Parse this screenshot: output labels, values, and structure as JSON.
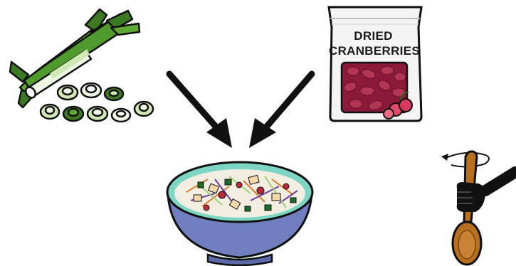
{
  "ingredients": [
    {
      "name": "leeks",
      "icon": "leek-icon"
    },
    {
      "name": "dried cranberries",
      "icon": "cranberry-bag-icon",
      "label_lines": [
        "DRIED",
        "CRANBERRIES"
      ]
    }
  ],
  "result": {
    "icon": "salad-bowl-icon"
  },
  "action": {
    "icon": "stirring-spoon-icon"
  },
  "colors": {
    "leek_green": "#4e9a2c",
    "leek_light": "#cfe8b4",
    "cranberry": "#8b1a3a",
    "bowl_blue": "#6f7fc0",
    "spoon_brown": "#b8701e",
    "arrow": "#111111"
  }
}
